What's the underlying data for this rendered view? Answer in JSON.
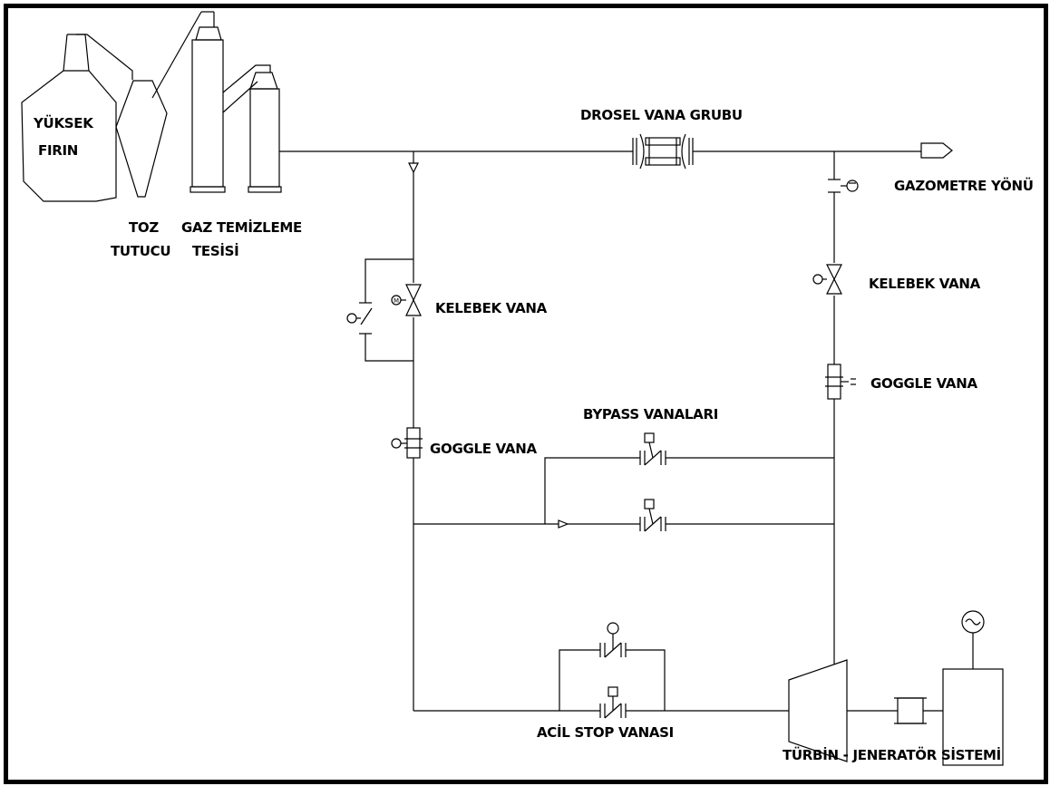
{
  "labels": {
    "yuksek_firin_1": "YÜKSEK",
    "yuksek_firin_2": "FIRIN",
    "toz_tutucu_1": "TOZ",
    "toz_tutucu_2": "TUTUCU",
    "gaz_temizleme_1": "GAZ TEMİZLEME",
    "gaz_temizleme_2": "TESİSİ",
    "drosel": "DROSEL VANA GRUBU",
    "gazometre": "GAZOMETRE YÖNÜ",
    "kelebek_left": "KELEBEK VANA",
    "kelebek_right": "KELEBEK VANA",
    "goggle_left": "GOGGLE VANA",
    "goggle_right": "GOGGLE VANA",
    "bypass": "BYPASS VANALARI",
    "acil_stop": "ACİL STOP  VANASI",
    "turbin": "TÜRBİN - JENERATÖR SİSTEMİ"
  },
  "colors": {
    "line": "#000000",
    "background": "#ffffff"
  }
}
